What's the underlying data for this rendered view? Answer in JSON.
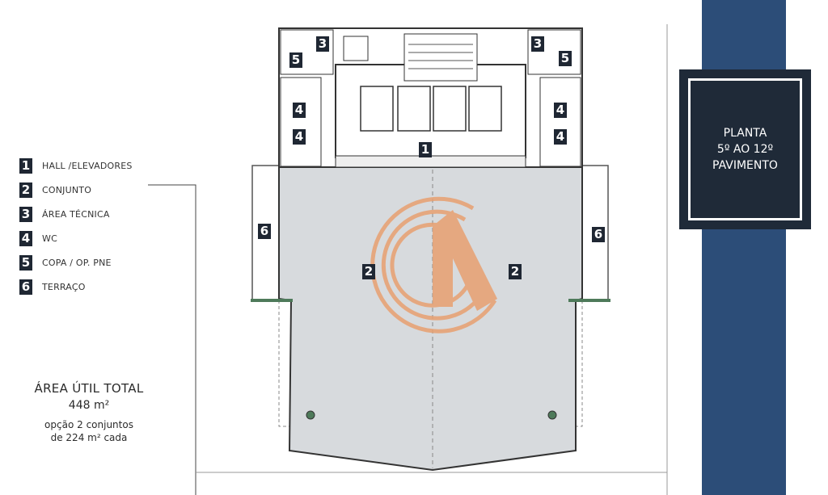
{
  "legend": [
    {
      "num": "1",
      "label": "HALL /ELEVADORES"
    },
    {
      "num": "2",
      "label": "CONJUNTO"
    },
    {
      "num": "3",
      "label": "ÁREA TÉCNICA"
    },
    {
      "num": "4",
      "label": "WC"
    },
    {
      "num": "5",
      "label": "COPA / OP. PNE"
    },
    {
      "num": "6",
      "label": "TERRAÇO"
    }
  ],
  "area": {
    "title": "ÁREA ÚTIL TOTAL",
    "value": "448 m²",
    "note_line1": "opção 2 conjuntos",
    "note_line2": "de 224 m² cada"
  },
  "title_box": {
    "line1": "PLANTA",
    "line2": "5º AO 12º",
    "line3": "PAVIMENTO"
  },
  "plan_labels": {
    "hall": "1",
    "conjunto": "2",
    "area_tecnica": "3",
    "wc": "4",
    "copa": "5",
    "terraco": "6"
  },
  "colors": {
    "band": "#2c4d78",
    "title_box": "#1f2a38",
    "slab": "#d7dadd",
    "logo": "#e8a070",
    "green": "#4e7a5a"
  }
}
